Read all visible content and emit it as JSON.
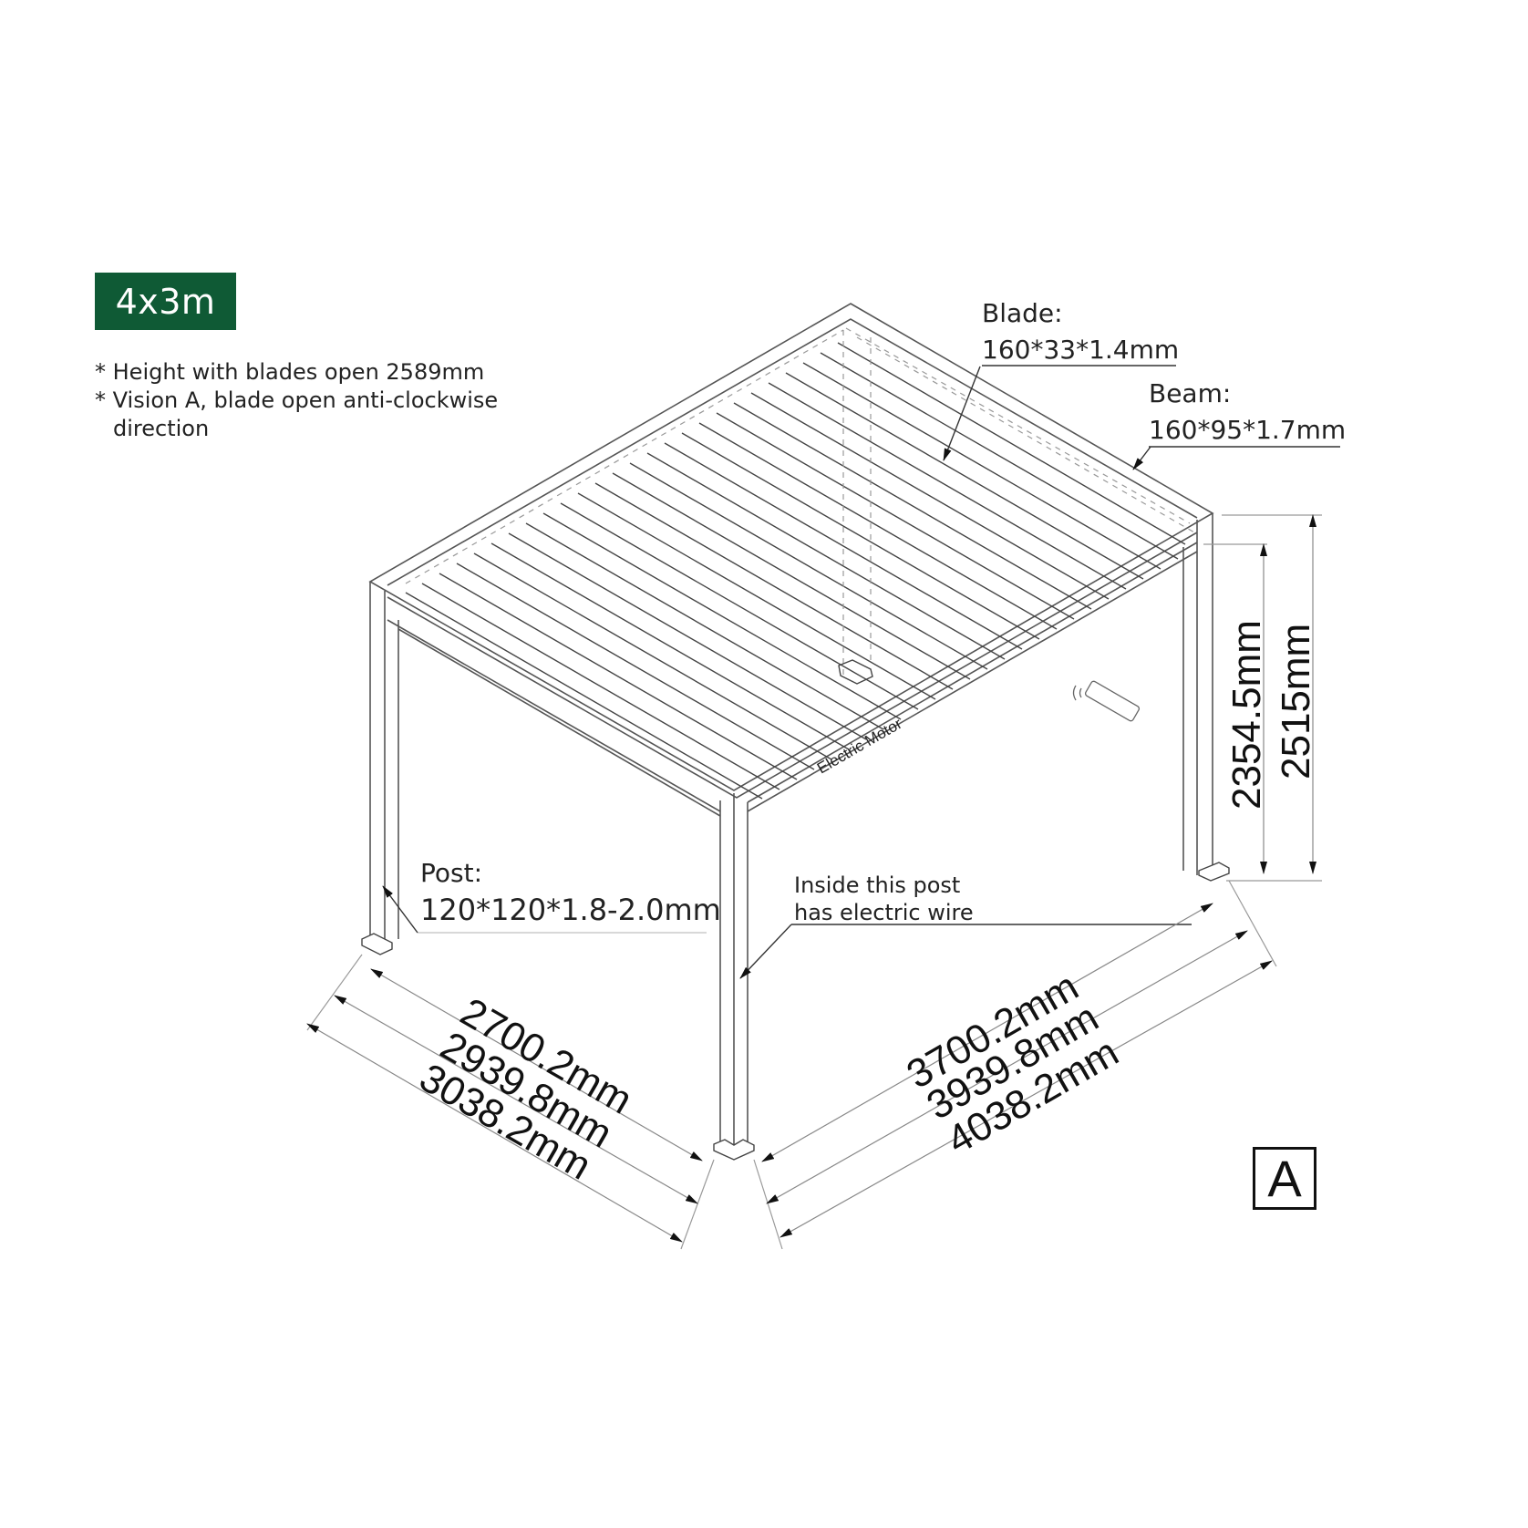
{
  "badge": {
    "label": "4x3m",
    "color": "#0f5a35"
  },
  "notes": [
    "* Height with blades open 2589mm",
    "* Vision A, blade open anti-clockwise",
    "direction"
  ],
  "callouts": {
    "blade": {
      "title": "Blade:",
      "spec": "160*33*1.4mm"
    },
    "beam": {
      "title": "Beam:",
      "spec": "160*95*1.7mm"
    },
    "post": {
      "title": "Post:",
      "spec": "120*120*1.8-2.0mm"
    },
    "wire": {
      "line1": "Inside this post",
      "line2": "has electric wire"
    },
    "motor": "Electric Motor"
  },
  "dimensions": {
    "depth": [
      "2700.2mm",
      "2939.8mm",
      "3038.2mm"
    ],
    "width": [
      "3700.2mm",
      "3939.8mm",
      "4038.2mm"
    ],
    "height": [
      "2354.5mm",
      "2515mm"
    ]
  },
  "view_label": "A",
  "icons": [
    "remote-control-icon",
    "wireless-signal-icon"
  ]
}
